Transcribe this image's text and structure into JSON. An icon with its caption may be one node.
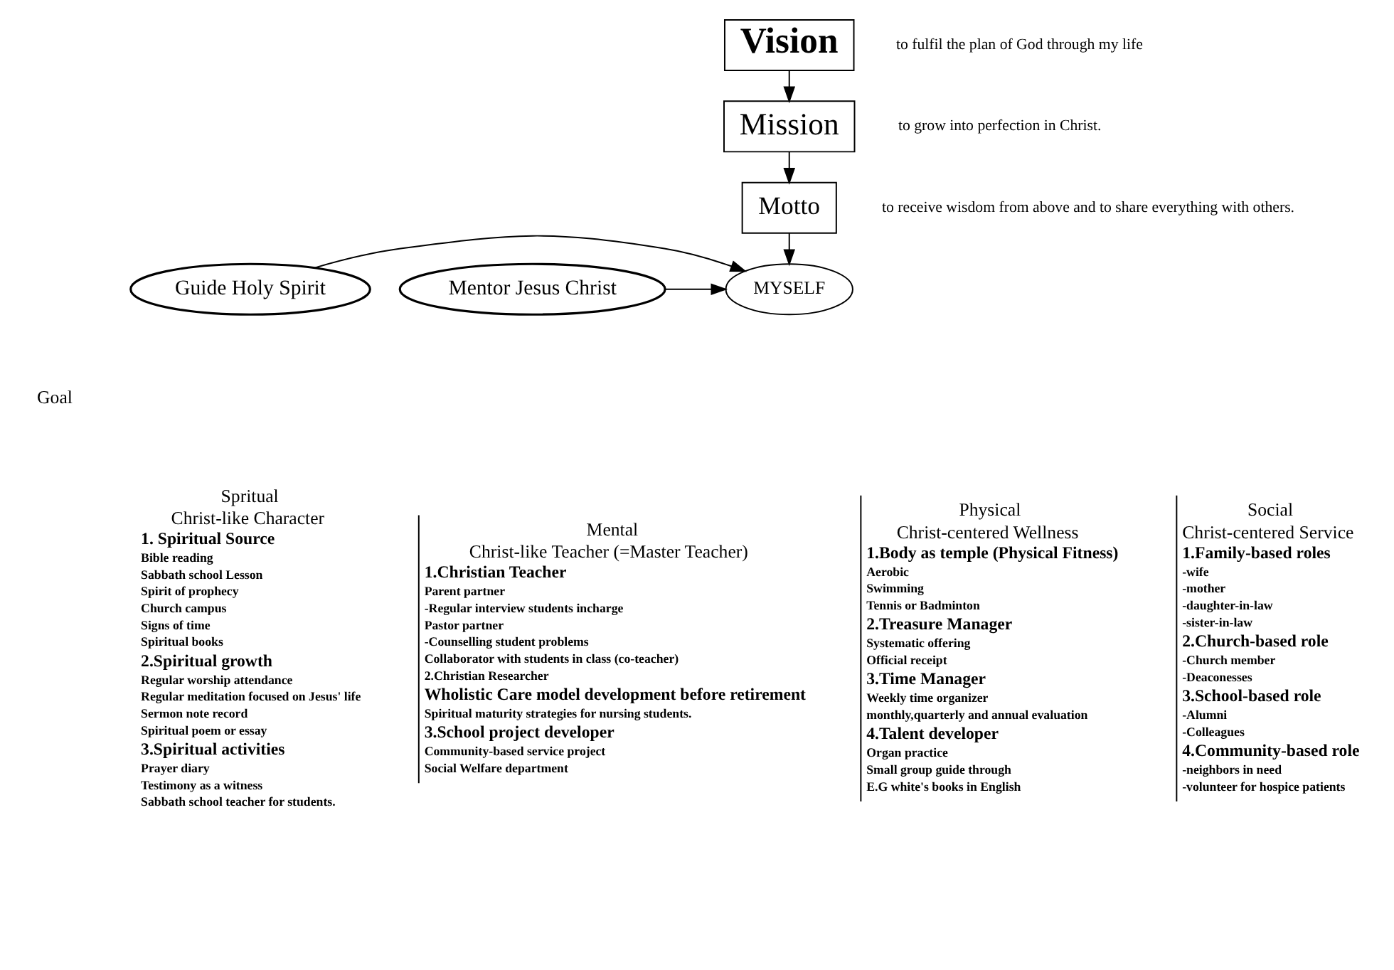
{
  "diagram": {
    "nodes": [
      {
        "text": [
          "Vision"
        ],
        "beside": [
          "to fulfil the plan of God through my life"
        ]
      },
      {
        "text": [
          "Mission"
        ],
        "beside": [
          "to grow into perfection in Christ."
        ]
      },
      {
        "text": [
          "Motto"
        ],
        "beside": [
          "to receive wisdom from above and to share everything with others."
        ]
      },
      {
        "text": [
          "MYSELF"
        ]
      },
      {
        "text": [
          "Guide Holy Spirit"
        ]
      },
      {
        "text": [
          "Mentor Jesus Christ"
        ]
      }
    ],
    "edges": [
      {
        "from": 0,
        "to": 1,
        "arrow": "to"
      },
      {
        "from": 1,
        "to": 2,
        "arrow": "to"
      },
      {
        "from": 2,
        "to": 3,
        "arrow": "to"
      },
      {
        "from": 4,
        "to": 3,
        "arrow": "to"
      },
      {
        "from": 5,
        "to": 3,
        "arrow": "to"
      }
    ],
    "labels": [
      "Goal",
      "Spritual",
      "Christ-like Character",
      "1. Spiritual Source",
      "Bible reading",
      "Sabbath school Lesson",
      "Spirit of prophecy",
      "Church campus",
      "Signs of time",
      "Spiritual books",
      "2.Spiritual growth",
      "Regular worship attendance",
      "Regular meditation focused on Jesus' life",
      "Sermon note record",
      "Spiritual poem or essay",
      "3.Spiritual activities",
      "Prayer diary",
      "Testimony as a witness",
      "Sabbath school teacher for students.",
      "Mental",
      "Christ-like Teacher (=Master Teacher)",
      "1.Christian Teacher",
      "Parent partner",
      "-Regular interview students incharge",
      "Pastor partner",
      "-Counselling student problems",
      "Collaborator with students in class (co-teacher)",
      "2.Christian Researcher",
      "Wholistic Care model development before retirement",
      "Spiritual maturity strategies for nursing students.",
      "3.School project developer",
      "Community-based service project",
      "Social Welfare department",
      "Physical",
      "Christ-centered Wellness",
      "1.Body as temple (Physical Fitness)",
      "Aerobic",
      "Swimming",
      "Tennis or Badminton",
      "2.Treasure Manager",
      "Systematic offering",
      "Official receipt",
      "3.Time Manager",
      "Weekly time organizer",
      "monthly,quarterly and annual evaluation",
      "4.Talent developer",
      "Organ practice",
      "Small group guide through",
      "E.G white's books in English",
      "Social",
      "Christ-centered Service",
      "1.Family-based roles",
      "-wife",
      "-mother",
      "-daughter-in-law",
      "-sister-in-law",
      "2.Church-based role",
      "-Church member",
      "-Deaconesses",
      "3.School-based role",
      "-Alumni",
      "-Colleagues",
      "4.Community-based role",
      "-neighbors in need",
      "-volunteer for hospice patients"
    ]
  }
}
